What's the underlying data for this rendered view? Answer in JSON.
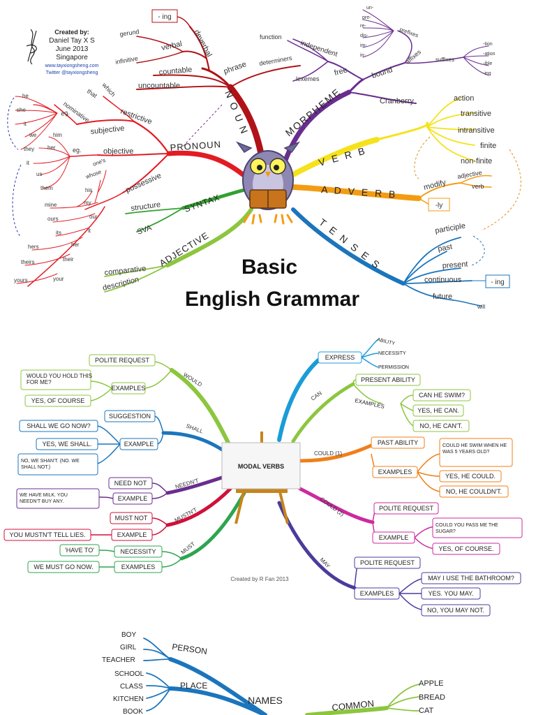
{
  "grammar": {
    "credits": {
      "line1": "Created by:",
      "line2": "Daniel Tay X S",
      "line3": "June 2013",
      "line4": "Singapore",
      "line5": "www.tayxiongsheng.com",
      "line6": "Twitter @tayxiongsheng"
    },
    "title_line1": "Basic",
    "title_line2": "English Grammar",
    "noun": {
      "label": "N O U N",
      "deverbal": "deverbal",
      "ing_box": "- ing",
      "verbal": "verbal",
      "gerund": "gerund",
      "infinitive": "infinitive",
      "phrase": "phrase",
      "determiners": "determiners",
      "countable": "countable",
      "uncountable": "uncountable"
    },
    "pronoun": {
      "label": "PRONOUN",
      "restrictive": "restrictive",
      "which": "which",
      "that": "that",
      "subjective": "subjective",
      "nominative": "nominative",
      "eg": "eg.",
      "subj_words": [
        "he",
        "she",
        "it",
        "we",
        "they"
      ],
      "objective": "objective",
      "obj_eg": "eg.",
      "obj_words": [
        "him",
        "her",
        "it",
        "us",
        "them"
      ],
      "possessive": "possessive",
      "poss_inner": [
        "one's",
        "whose",
        "his",
        "my",
        "our",
        "it",
        "her",
        "their",
        "your"
      ],
      "poss_outer": [
        "mine",
        "ours",
        "its",
        "hers",
        "theirs",
        "yours"
      ]
    },
    "syntax": {
      "label": "SYNTAX",
      "structure": "structure",
      "sva": "SVA"
    },
    "adjective": {
      "label": "ADJECTIVE",
      "comparative": "comparative",
      "description": "description"
    },
    "morpheme": {
      "label": "MORPHEME",
      "free": "free",
      "independent": "independent",
      "function": "function",
      "lexemes": "lexemes",
      "bound": "bound",
      "affixes": "affixes",
      "prefixes": "prefixes",
      "prefix_items": [
        "un-",
        "pre-",
        "re-",
        "dis-",
        "im-",
        "in-"
      ],
      "suffixes": "suffixes",
      "suffix_items": [
        "-tion",
        "-ation",
        "-ible",
        "-ing"
      ],
      "cranberry": "Cranberry"
    },
    "verb": {
      "label": "V E R B",
      "items": [
        "action",
        "transitive",
        "intransitive",
        "finite",
        "non-finite"
      ]
    },
    "adverb": {
      "label": "A D V E R B",
      "modify": "modify",
      "adjective": "adjective",
      "verb": "verb",
      "ly_box": "-ly"
    },
    "tenses": {
      "label": "T E N S E S",
      "participle": "participle",
      "past": "past",
      "present": "present",
      "continuous": "continuous",
      "ing_box": "- ing",
      "future": "future",
      "will": "will"
    }
  },
  "modal": {
    "center": "MODAL VERBS",
    "credit": "Created by R Fan 2013",
    "would": {
      "label": "WOULD",
      "polite": "POLITE REQUEST",
      "examples": "EXAMPLES",
      "ex1": "WOULD YOU HOLD THIS FOR ME?",
      "ex2": "YES, OF COURSE"
    },
    "shall": {
      "label": "SHALL",
      "suggestion": "SUGGESTION",
      "example": "EXAMPLE",
      "ex1": "SHALL WE GO NOW?",
      "ex2": "YES, WE SHALL.",
      "ex3": "NO, WE SHAN'T. (NO. WE SHALL NOT.)"
    },
    "neednt": {
      "label": "NEEDN'T",
      "need_not": "NEED NOT",
      "example": "EXAMPLE",
      "ex1": "WE HAVE MILK. YOU NEEDN'T BUY ANY."
    },
    "mustnt": {
      "label": "MUSTN'T",
      "must_not": "MUST NOT",
      "example": "EXAMPLE",
      "ex1": "YOU MUSTN'T TELL LIES."
    },
    "must": {
      "label": "MUST",
      "necessity": "NECESSITY",
      "have_to": "'HAVE TO'",
      "examples": "EXAMPLES",
      "ex1": "WE MUST GO NOW."
    },
    "express": {
      "label": "EXPRESS",
      "items": [
        "ABILITY",
        "NECESSITY",
        "PERMISSION"
      ]
    },
    "can": {
      "label": "CAN",
      "present": "PRESENT ABILITY",
      "examples": "EXAMPLES",
      "ex1": "CAN HE SWIM?",
      "ex2": "YES, HE CAN.",
      "ex3": "NO, HE CAN'T."
    },
    "could1": {
      "label": "COULD (1)",
      "past": "PAST ABILITY",
      "examples": "EXAMPLES",
      "ex1": "COULD HE SWIM WHEN HE WAS 5 YEARS OLD?",
      "ex2": "YES, HE COULD.",
      "ex3": "NO, HE COULDN'T."
    },
    "could2": {
      "label": "COULD (2)",
      "polite": "POLITE REQUEST",
      "example": "EXAMPLE",
      "ex1": "COULD YOU PASS ME THE SUGAR?",
      "ex2": "YES, OF COURSE."
    },
    "may": {
      "label": "MAY",
      "polite": "POLITE REQUEST",
      "examples": "EXAMPLES",
      "ex1": "MAY I USE THE BATHROOM?",
      "ex2": "YES. YOU MAY.",
      "ex3": "NO, YOU MAY NOT."
    }
  },
  "names": {
    "center": "NAMES",
    "person": "PERSON",
    "person_items": [
      "BOY",
      "GIRL",
      "TEACHER"
    ],
    "place": "PLACE",
    "place_items": [
      "SCHOOL",
      "CLASS",
      "KITCHEN",
      "BOOK"
    ],
    "common": "COMMON",
    "common_items": [
      "APPLE",
      "BREAD",
      "CAT"
    ]
  }
}
